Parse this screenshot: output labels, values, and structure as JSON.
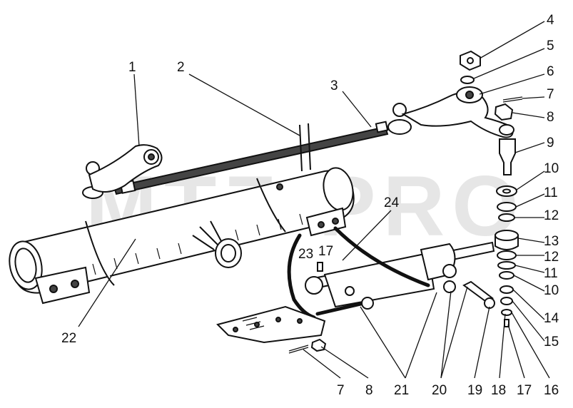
{
  "watermark": "MTZ-PRO",
  "callouts": [
    {
      "id": "c1",
      "text": "1"
    },
    {
      "id": "c2",
      "text": "2"
    },
    {
      "id": "c3",
      "text": "3"
    },
    {
      "id": "c4",
      "text": "4"
    },
    {
      "id": "c5",
      "text": "5"
    },
    {
      "id": "c6",
      "text": "6"
    },
    {
      "id": "c7r",
      "text": "7"
    },
    {
      "id": "c8r",
      "text": "8"
    },
    {
      "id": "c9",
      "text": "9"
    },
    {
      "id": "c10a",
      "text": "10"
    },
    {
      "id": "c11a",
      "text": "11"
    },
    {
      "id": "c12a",
      "text": "12"
    },
    {
      "id": "c13",
      "text": "13"
    },
    {
      "id": "c12b",
      "text": "12"
    },
    {
      "id": "c11b",
      "text": "11"
    },
    {
      "id": "c10b",
      "text": "10"
    },
    {
      "id": "c14",
      "text": "14"
    },
    {
      "id": "c15",
      "text": "15"
    },
    {
      "id": "c16",
      "text": "16"
    },
    {
      "id": "c17b",
      "text": "17"
    },
    {
      "id": "c18",
      "text": "18"
    },
    {
      "id": "c19",
      "text": "19"
    },
    {
      "id": "c20",
      "text": "20"
    },
    {
      "id": "c21",
      "text": "21"
    },
    {
      "id": "c8b",
      "text": "8"
    },
    {
      "id": "c7b",
      "text": "7"
    },
    {
      "id": "c22",
      "text": "22"
    },
    {
      "id": "c23",
      "text": "23"
    },
    {
      "id": "c17t",
      "text": "17"
    },
    {
      "id": "c24",
      "text": "24"
    }
  ]
}
